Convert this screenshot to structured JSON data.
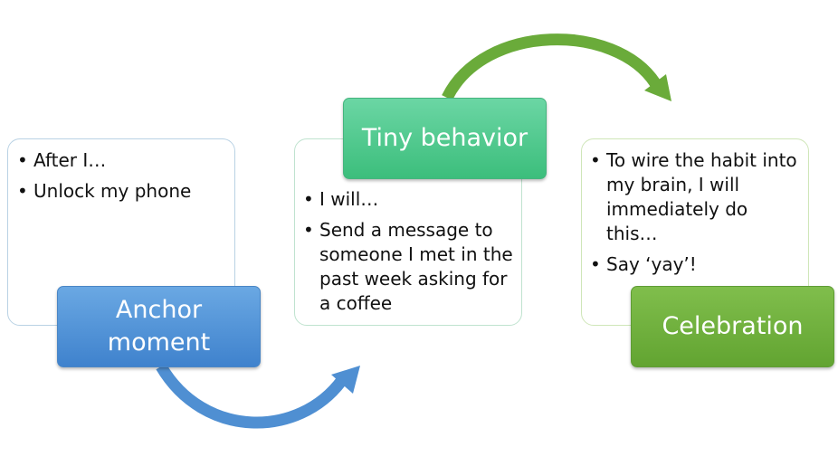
{
  "steps": [
    {
      "label": "Anchor moment",
      "bullets": [
        "After I…",
        "Unlock my phone"
      ],
      "color": "#4a8fd6"
    },
    {
      "label": "Tiny behavior",
      "bullets": [
        "I will…",
        "Send a message to someone I met in the past week asking for a coffee"
      ],
      "color": "#48c98a"
    },
    {
      "label": "Celebration",
      "bullets": [
        "To wire the habit into my brain, I will immediately do this…",
        "Say ‘yay’!"
      ],
      "color": "#6aac3a"
    }
  ],
  "arrows": [
    {
      "from": "Anchor moment",
      "to": "Tiny behavior",
      "color": "#4f8fd2"
    },
    {
      "from": "Tiny behavior",
      "to": "Celebration",
      "color": "#6aab3a"
    }
  ]
}
